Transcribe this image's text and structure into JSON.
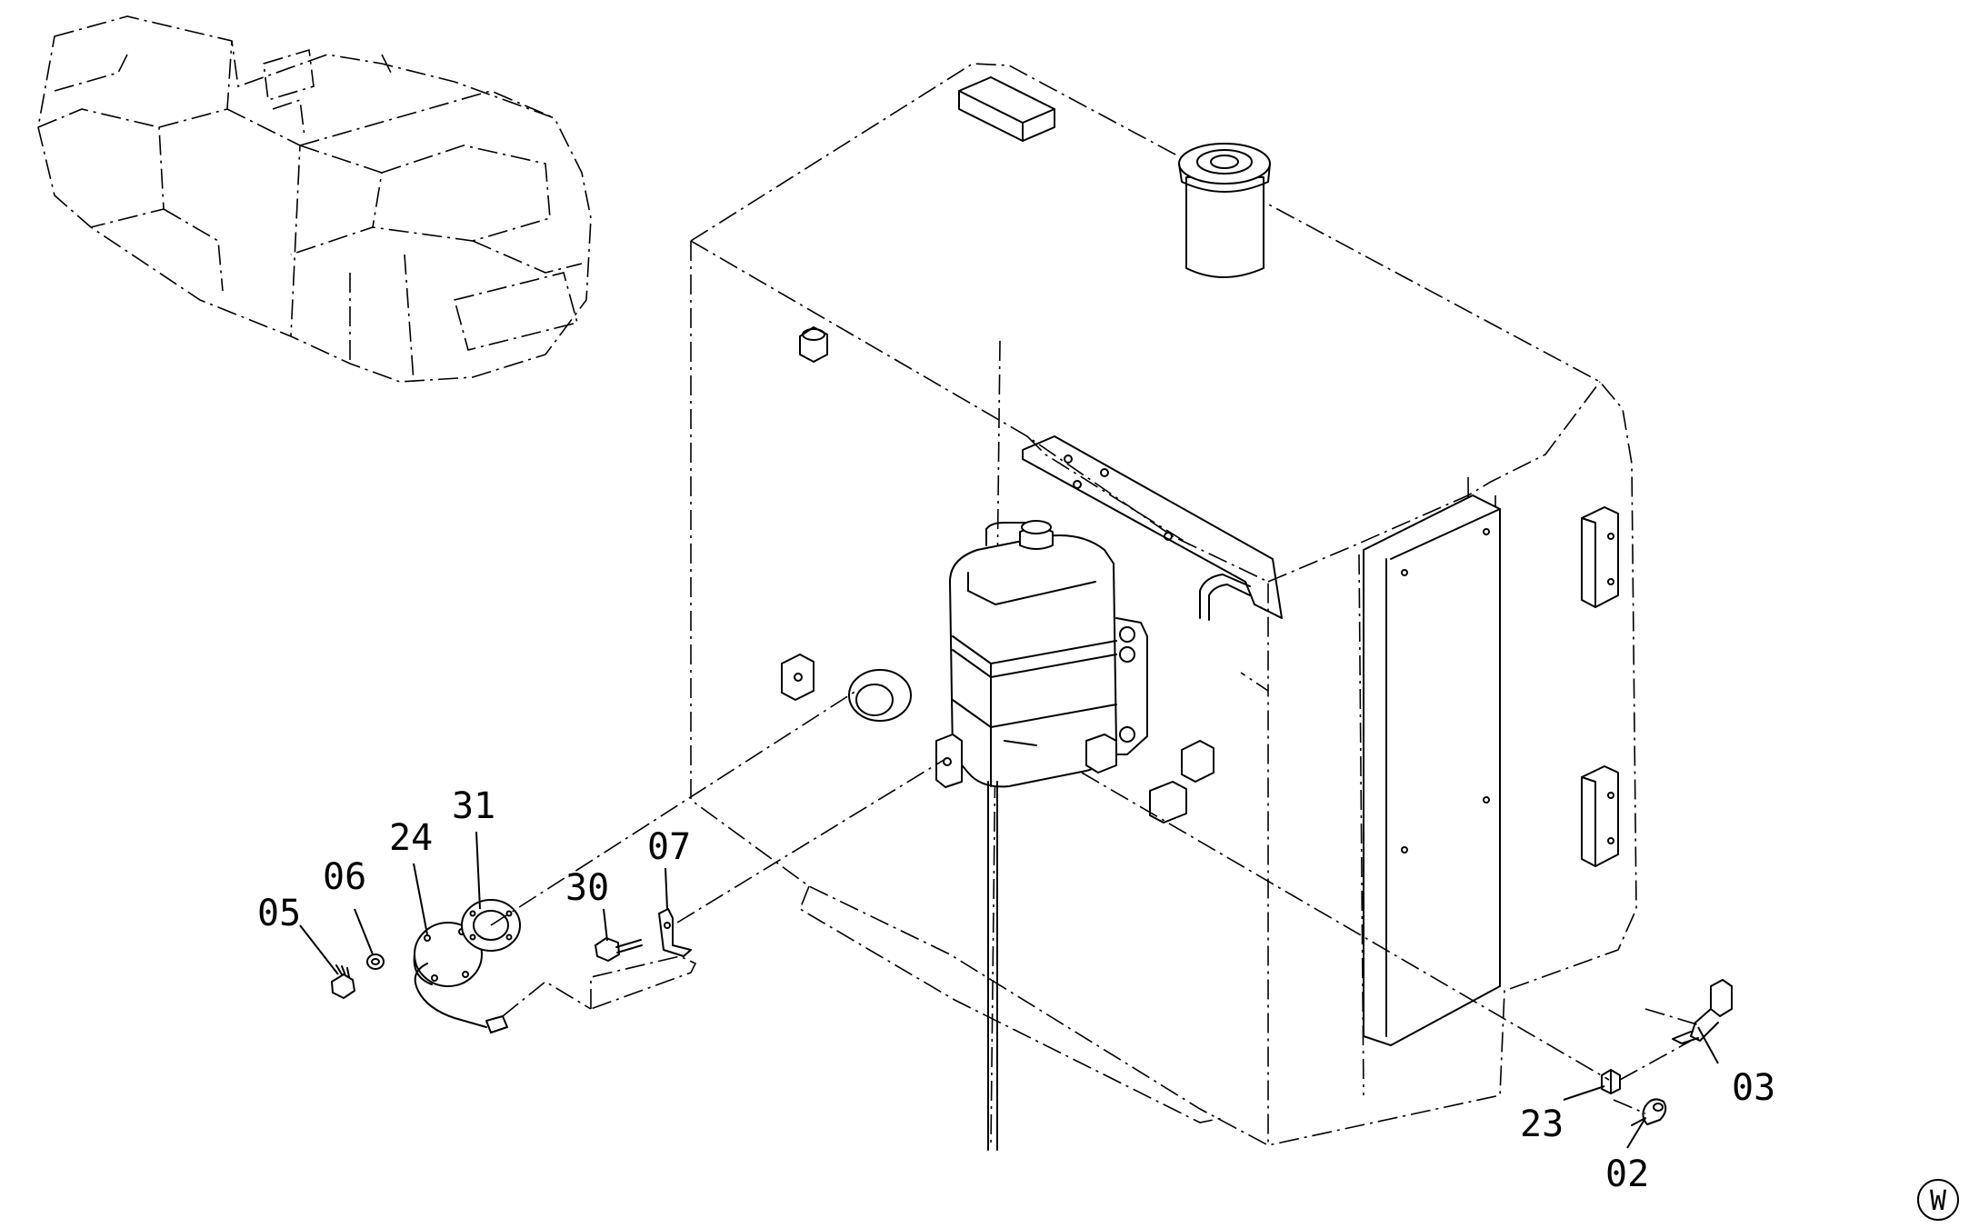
{
  "callouts": [
    {
      "id": "p05",
      "label": "05"
    },
    {
      "id": "p06",
      "label": "06"
    },
    {
      "id": "p24",
      "label": "24"
    },
    {
      "id": "p31",
      "label": "31"
    },
    {
      "id": "p30",
      "label": "30"
    },
    {
      "id": "p07",
      "label": "07"
    },
    {
      "id": "p03",
      "label": "03"
    },
    {
      "id": "p23",
      "label": "23"
    },
    {
      "id": "p02",
      "label": "02"
    }
  ],
  "view_code": "W"
}
